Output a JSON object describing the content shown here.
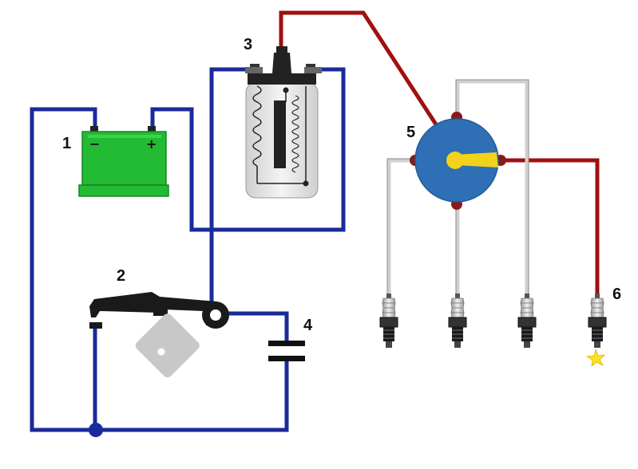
{
  "labels": {
    "battery": "1",
    "breaker": "2",
    "coil": "3",
    "capacitor": "4",
    "distributor": "5",
    "spark_plug": "6"
  },
  "battery_terminals": {
    "negative": "−",
    "positive": "+"
  },
  "colors": {
    "low_tension_wire": "#1a2a9c",
    "high_tension_wire": "#a01010",
    "plug_lead": "#c8c8c8",
    "battery_body": "#22bb33",
    "distributor_cap": "#2e6fb5",
    "rotor": "#f2d21a",
    "breaker_cam": "#c8c8c8",
    "spark": "#ffe020"
  },
  "icons": {
    "battery": "battery-icon",
    "coil": "ignition-coil-icon",
    "breaker": "contact-breaker-icon",
    "cam": "breaker-cam-icon",
    "capacitor": "capacitor-icon",
    "distributor": "distributor-icon",
    "plugs": "spark-plug-icon",
    "spark": "spark-icon"
  }
}
